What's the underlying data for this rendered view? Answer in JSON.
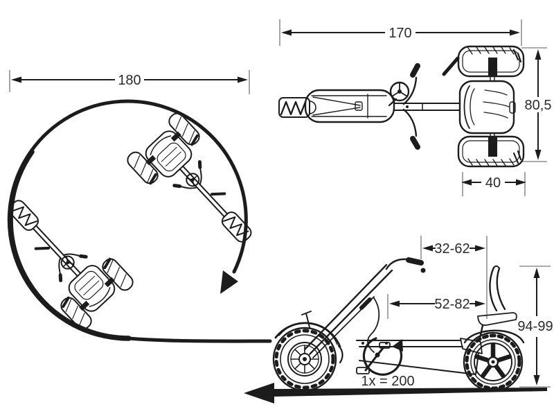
{
  "colors": {
    "line": "#1c1c1c",
    "text": "#2a2a2a",
    "tick": "#8f8f8f",
    "background": "#ffffff"
  },
  "turning_circle": {
    "diameter_label": "180"
  },
  "top_view": {
    "length_label": "170",
    "width_label": "80,5",
    "rear_wheel_width_label": "40"
  },
  "side_view": {
    "handlebar_seat_range_label": "32-62",
    "pedal_seat_range_label": "52-82",
    "height_range_label": "94-99",
    "pedal_ratio_label": "1x = 200"
  }
}
